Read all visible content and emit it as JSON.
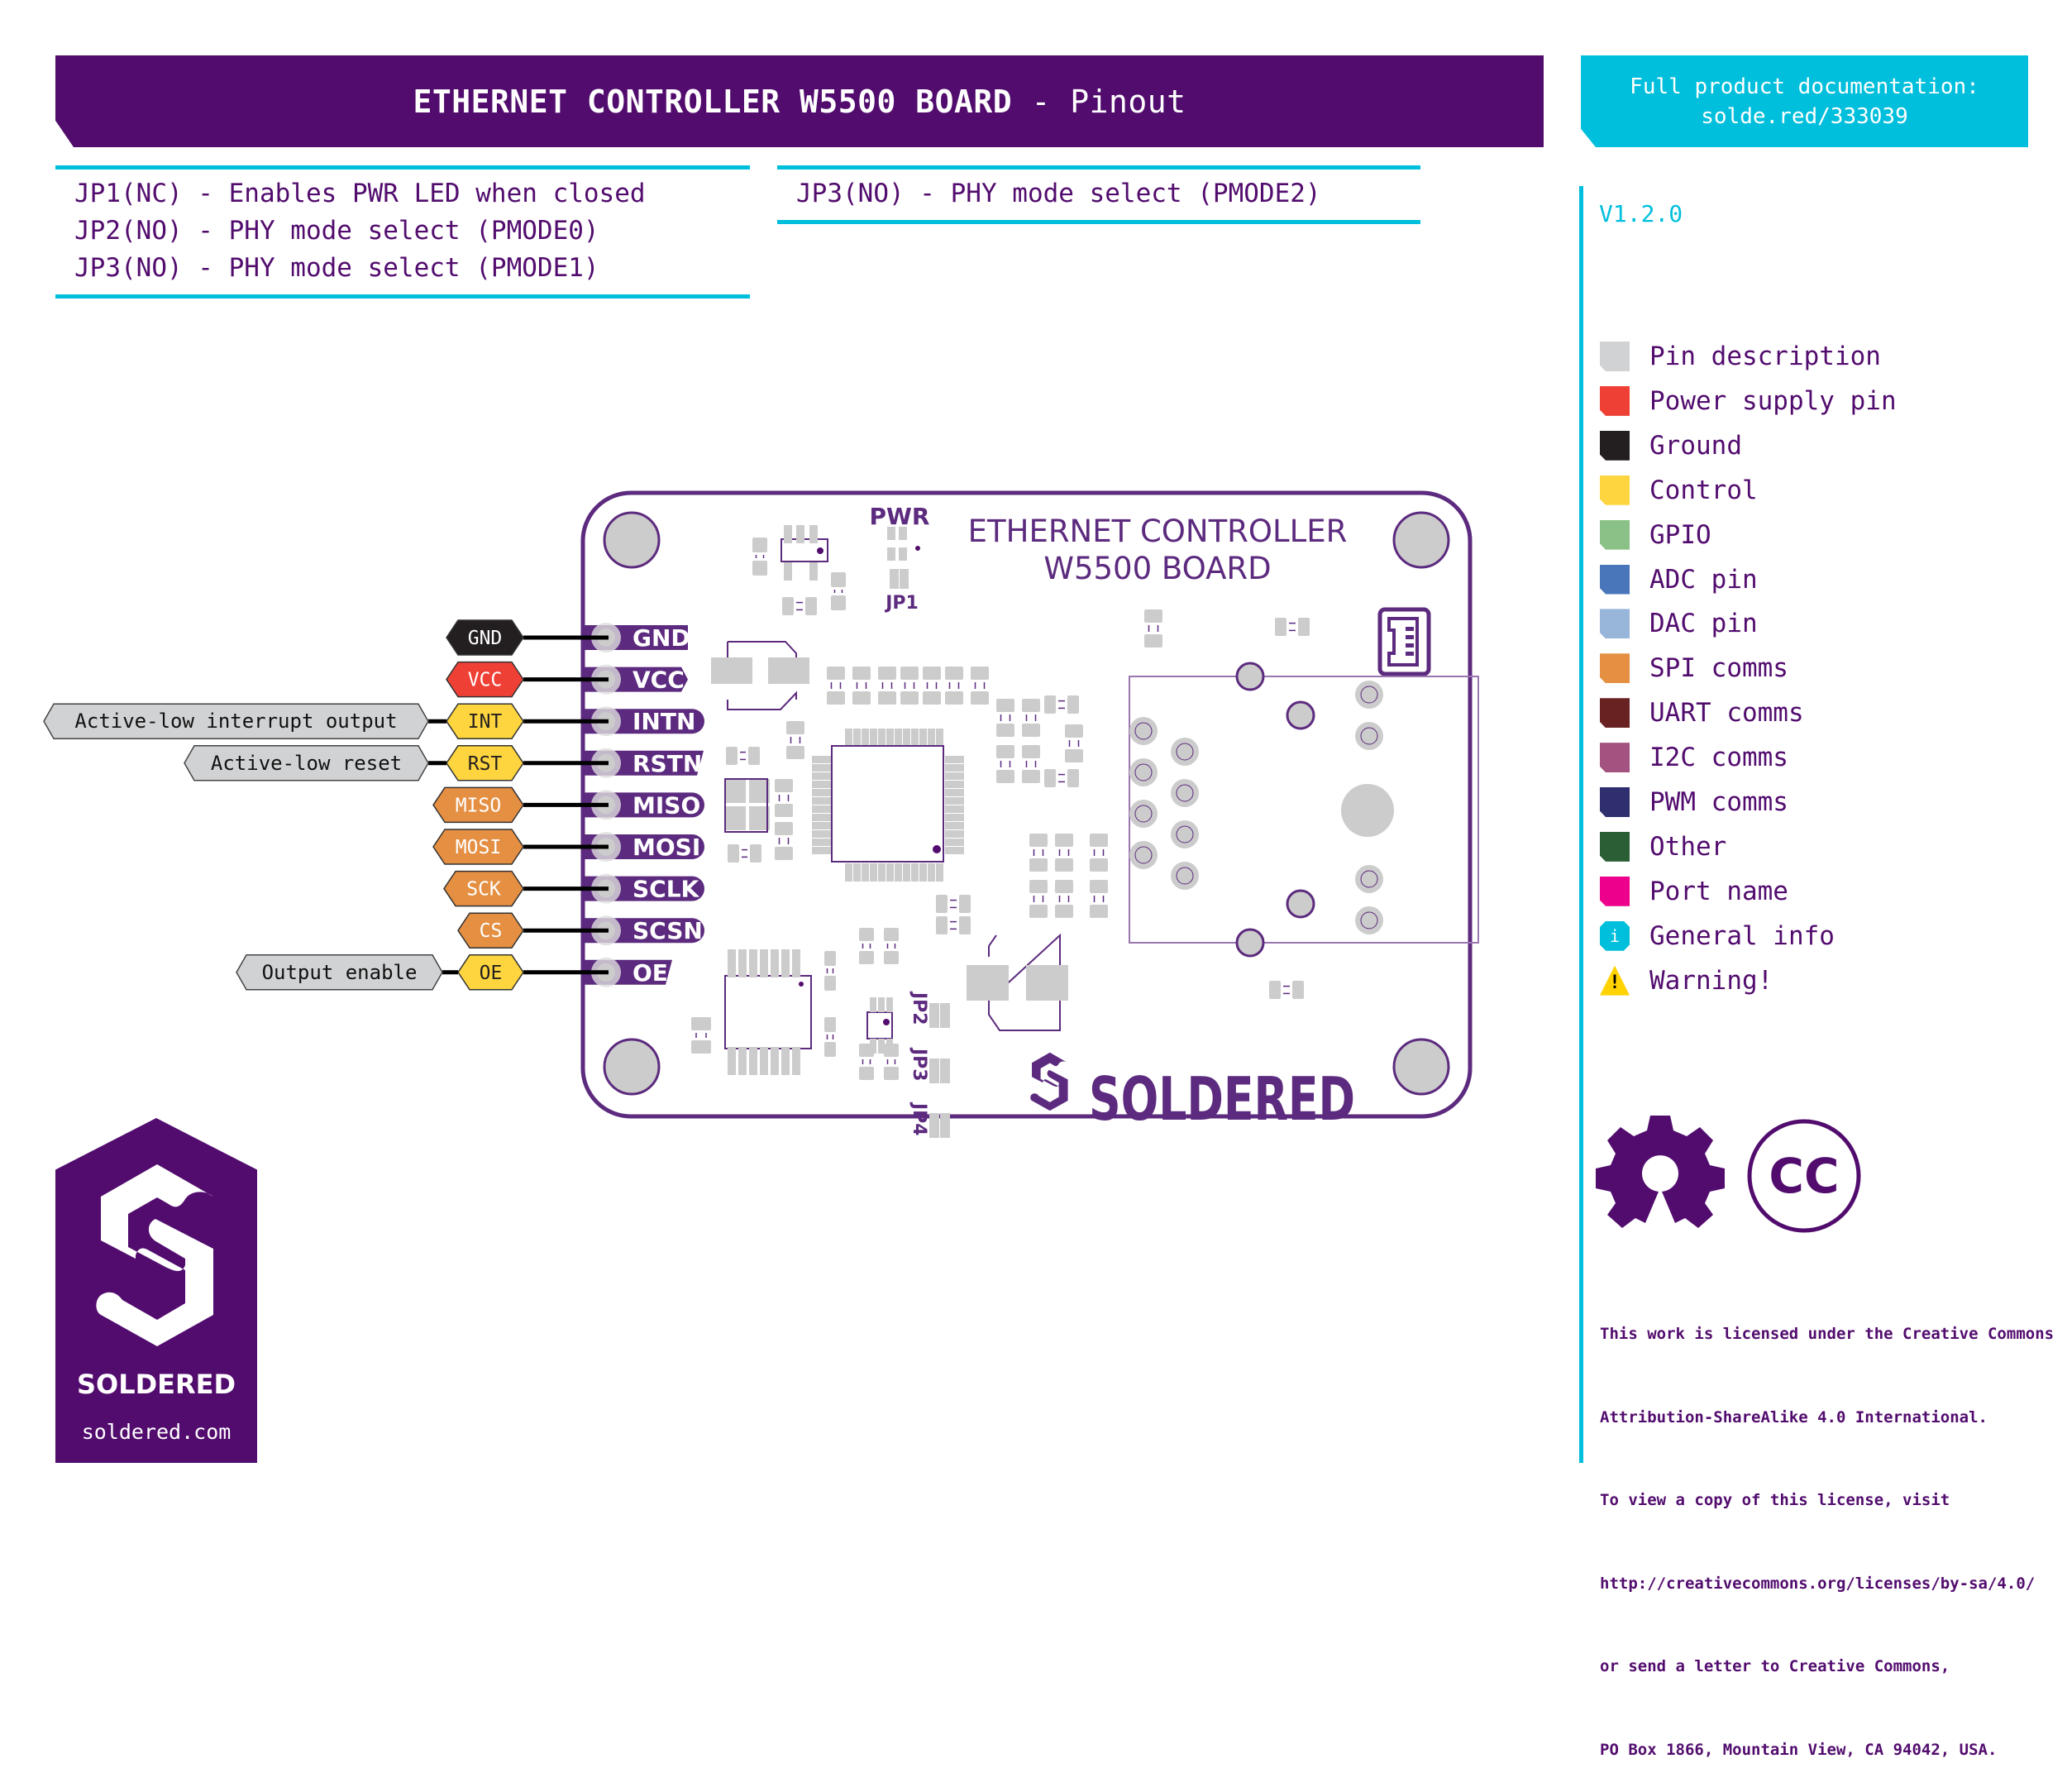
{
  "header": {
    "title_bold": "ETHERNET CONTROLLER W5500 BOARD",
    "title_rest": " - Pinout",
    "doc_line1": "Full product documentation:",
    "doc_line2": "solde.red/333039"
  },
  "jumpers": {
    "left": [
      "JP1(NC) - Enables PWR LED when closed",
      "JP2(NO) - PHY mode select (PMODE0)",
      "JP3(NO) - PHY mode select (PMODE1)"
    ],
    "right": [
      "JP3(NO) - PHY mode select (PMODE2)"
    ]
  },
  "version": "V1.2.0",
  "colors": {
    "brand_purple": "#520c6e",
    "header_purple": "#5c2a7e",
    "accent_cyan": "#00bfdc",
    "pad_gray": "#cccccc"
  },
  "legend": [
    {
      "label": "Pin description",
      "color": "#d1d2d4",
      "kind": "square"
    },
    {
      "label": "Power supply pin",
      "color": "#ef4036",
      "kind": "square"
    },
    {
      "label": "Ground",
      "color": "#231f20",
      "kind": "square"
    },
    {
      "label": "Control",
      "color": "#fed53e",
      "kind": "square"
    },
    {
      "label": "GPIO",
      "color": "#8ac186",
      "kind": "square"
    },
    {
      "label": "ADC pin",
      "color": "#4976ba",
      "kind": "square"
    },
    {
      "label": "DAC pin",
      "color": "#98b6da",
      "kind": "square"
    },
    {
      "label": "SPI comms",
      "color": "#e58f43",
      "kind": "square"
    },
    {
      "label": "UART comms",
      "color": "#692222",
      "kind": "square"
    },
    {
      "label": "I2C comms",
      "color": "#a4527f",
      "kind": "square"
    },
    {
      "label": "PWM comms",
      "color": "#2f2e6f",
      "kind": "square"
    },
    {
      "label": "Other",
      "color": "#2b5e35",
      "kind": "square"
    },
    {
      "label": "Port name",
      "color": "#ec008c",
      "kind": "square"
    },
    {
      "label": "General info",
      "color": "#00bfdc",
      "kind": "info",
      "glyph": "i"
    },
    {
      "label": "Warning!",
      "color": "#ffd200",
      "kind": "warn",
      "glyph": "!"
    }
  ],
  "pins": [
    {
      "header": "GND",
      "function": "GND",
      "function_color": "#231f20",
      "function_text_color": "#ffffff",
      "description": null,
      "tag_shape": "flag"
    },
    {
      "header": "VCC",
      "function": "VCC",
      "function_color": "#ef4036",
      "function_text_color": "#ffffff",
      "description": null,
      "tag_shape": "arrow"
    },
    {
      "header": "INTN",
      "function": "INT",
      "function_color": "#fed53e",
      "function_text_color": "#231f20",
      "description": "Active-low interrupt output",
      "tag_shape": "round"
    },
    {
      "header": "RSTN",
      "function": "RST",
      "function_color": "#fed53e",
      "function_text_color": "#231f20",
      "description": "Active-low reset",
      "tag_shape": "slant"
    },
    {
      "header": "MISO",
      "function": "MISO",
      "function_color": "#e58f43",
      "function_text_color": "#ffffff",
      "description": null,
      "tag_shape": "round"
    },
    {
      "header": "MOSI",
      "function": "MOSI",
      "function_color": "#e58f43",
      "function_text_color": "#ffffff",
      "description": null,
      "tag_shape": "round"
    },
    {
      "header": "SCLK",
      "function": "SCK",
      "function_color": "#e58f43",
      "function_text_color": "#ffffff",
      "description": null,
      "tag_shape": "round"
    },
    {
      "header": "SCSN",
      "function": "CS",
      "function_color": "#e58f43",
      "function_text_color": "#ffffff",
      "description": null,
      "tag_shape": "round"
    },
    {
      "header": "OE",
      "function": "OE",
      "function_color": "#fed53e",
      "function_text_color": "#231f20",
      "description": "Output enable",
      "tag_shape": "slant"
    }
  ],
  "board": {
    "title_line1": "ETHERNET CONTROLLER",
    "title_line2": "W5500 BOARD",
    "pwr_label": "PWR",
    "jp1_label": "JP1",
    "jp_labels": [
      "JP2",
      "JP3",
      "JP4"
    ],
    "brand": "SOLDERED"
  },
  "license": {
    "lines": [
      "This work is licensed under the Creative Commons",
      "Attribution-ShareAlike 4.0 International.",
      "To view a copy of this license, visit",
      "http://creativecommons.org/licenses/by-sa/4.0/",
      "or send a letter to Creative Commons,",
      "PO Box 1866, Mountain View, CA 94042, USA."
    ],
    "cc_mark": "CC"
  },
  "logo": {
    "name": "SOLDERED",
    "url": "soldered.com"
  }
}
